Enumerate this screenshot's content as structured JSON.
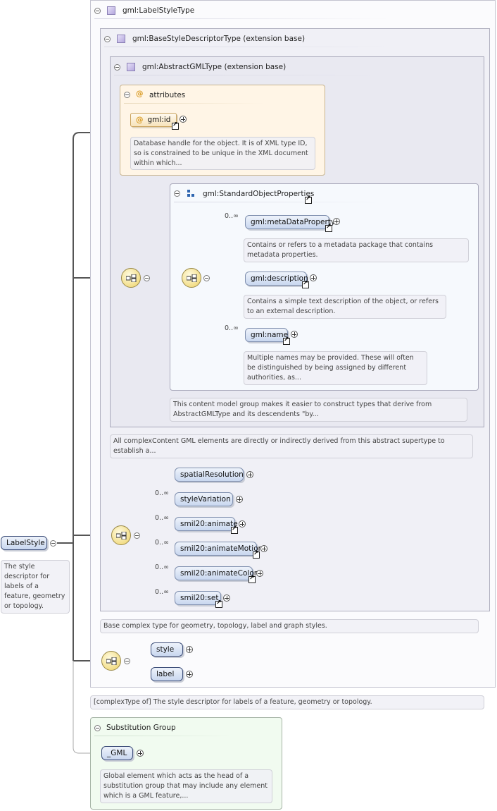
{
  "root": {
    "name": "LabelStyle",
    "doc": "The style descriptor for labels of a feature, geometry or topology."
  },
  "type": {
    "name": "gml:LabelStyleType",
    "doc": "[complexType of] The style descriptor for labels of a feature, geometry or topology."
  },
  "base_style": {
    "name": "gml:BaseStyleDescriptorType (extension base)",
    "doc": "Base complex type for geometry, topology, label and graph styles."
  },
  "abstract_gml": {
    "name": "gml:AbstractGMLType (extension base)",
    "doc": "All complexContent GML elements are directly or indirectly derived from this abstract supertype to establish a..."
  },
  "attributes": {
    "title": "attributes",
    "id_name": "gml:id",
    "id_doc": "Database handle for the object. It is of XML type ID, so is constrained to be unique in the XML document within which..."
  },
  "std_props": {
    "name": "gml:StandardObjectProperties",
    "doc": "This content model group makes it easier to construct types that derive from AbstractGMLType and its descendents \"by...",
    "items": [
      {
        "name": "gml:metaDataProperty",
        "card": "0..∞",
        "doc": "Contains or refers to a metadata package that contains metadata properties."
      },
      {
        "name": "gml:description",
        "card": "",
        "doc": "Contains a simple text description of the object, or refers to an external description."
      },
      {
        "name": "gml:name",
        "card": "0..∞",
        "doc": "Multiple names may be provided. These will often be distinguished by being assigned by different authorities, as..."
      }
    ]
  },
  "base_items": [
    {
      "name": "spatialResolution",
      "card": ""
    },
    {
      "name": "styleVariation",
      "card": "0..∞"
    },
    {
      "name": "smil20:animate",
      "card": "0..∞"
    },
    {
      "name": "smil20:animateMotion",
      "card": "0..∞"
    },
    {
      "name": "smil20:animateColor",
      "card": "0..∞"
    },
    {
      "name": "smil20:set",
      "card": "0..∞"
    }
  ],
  "label_items": [
    {
      "name": "style"
    },
    {
      "name": "label"
    }
  ],
  "substitution": {
    "title": "Substitution Group",
    "name": "_GML",
    "doc": "Global element which acts as the head of a substitution group that may include any element which is a GML feature,..."
  },
  "colors": {
    "connector": "#555555",
    "element_fill": "#c9d7ef",
    "attribute_fill": "#fff5e6",
    "substitution_fill": "#f1fbf0",
    "sequence_fill": "#f2dc84"
  }
}
